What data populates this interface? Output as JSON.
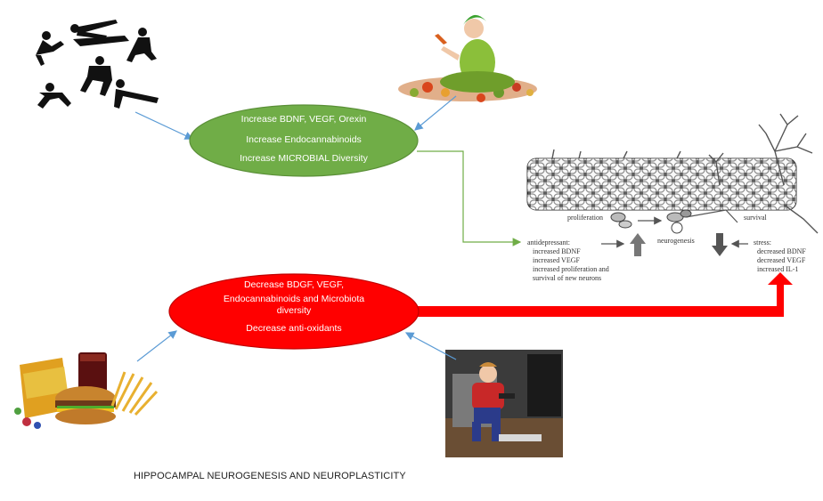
{
  "positive_box": {
    "line1": "Increase BDNF, VEGF, Orexin",
    "line2": "Increase Endocannabinoids",
    "line3": "Increase MICROBIAL Diversity",
    "color": "#70ad47"
  },
  "negative_box": {
    "line1": "Decrease BDGF, VEGF,",
    "line2": "Endocannabinoids and Microbiota",
    "line3": "diversity",
    "line4": "Decrease anti-oxidants",
    "color": "#ff0000"
  },
  "neuro": {
    "proliferation": "proliferation",
    "survival": "survival",
    "neurogenesis": "neurogenesis",
    "antidepressant": {
      "title": "antidepressant:",
      "items": [
        "increased BDNF",
        "increased VEGF",
        "increased proliferation and",
        "survival of new neurons"
      ]
    },
    "stress": {
      "title": "stress:",
      "items": [
        "decreased BDNF",
        "decreased VEGF",
        "increased IL-1"
      ]
    }
  },
  "images": {
    "exercise": "exercise-silhouettes",
    "vegetables": "woman-with-vegetables",
    "junk_food": "junk-food",
    "sedentary": "child-playing-video-games"
  },
  "caption": "HIPPOCAMPAL NEUROGENESIS AND NEUROPLASTICITY"
}
